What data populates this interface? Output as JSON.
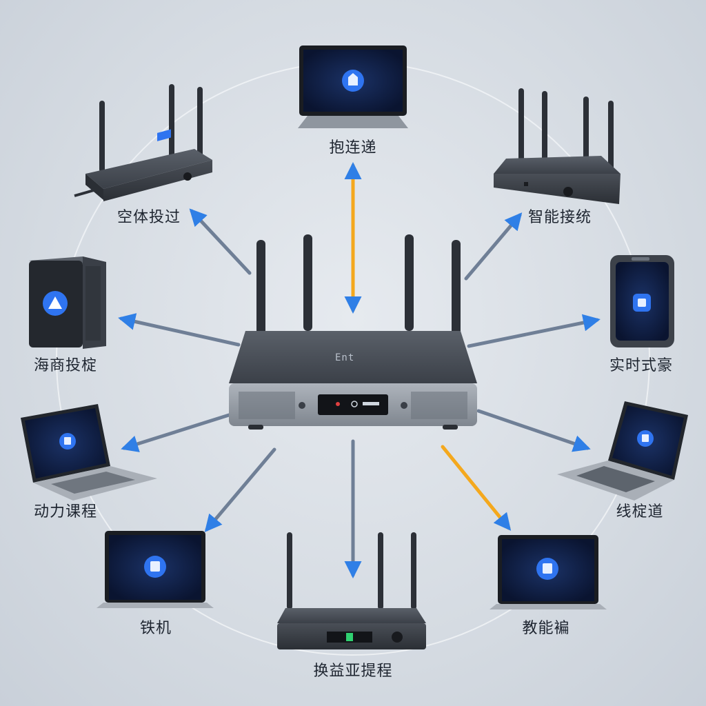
{
  "hub": {
    "brand_text": "Ent"
  },
  "nodes": [
    {
      "id": "top",
      "label": "抱连递",
      "device": "monitor"
    },
    {
      "id": "top-left",
      "label": "空体投过",
      "device": "router"
    },
    {
      "id": "top-right",
      "label": "智能接统",
      "device": "router"
    },
    {
      "id": "left",
      "label": "海商投椗",
      "device": "server"
    },
    {
      "id": "right",
      "label": "实时式豪",
      "device": "tablet"
    },
    {
      "id": "mid-left",
      "label": "动力课程",
      "device": "laptop"
    },
    {
      "id": "mid-right",
      "label": "线椗道",
      "device": "laptop"
    },
    {
      "id": "bottom-left",
      "label": "铁机",
      "device": "laptop"
    },
    {
      "id": "bottom",
      "label": "换益亚提程",
      "device": "router"
    },
    {
      "id": "bottom-right",
      "label": "教能褊",
      "device": "laptop"
    }
  ],
  "colors": {
    "arrow_default": "#6f7f96",
    "arrow_highlight": "#f4a81d",
    "arrowhead": "#2f7fe6",
    "device_body": "#3a3f47",
    "screen": "#0d1a36",
    "screen_icon": "#2f74f0"
  }
}
